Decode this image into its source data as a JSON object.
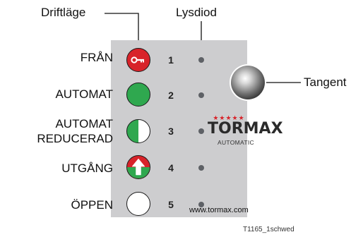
{
  "callouts": {
    "mode_title": "Driftläge",
    "led_title": "Lysdiod",
    "button_title": "Tangent"
  },
  "modes": [
    {
      "label": "FRÅN",
      "number": "1",
      "symbol": "key"
    },
    {
      "label": "AUTOMAT",
      "number": "2",
      "symbol": "full-green"
    },
    {
      "label": "AUTOMAT\nREDUCERAD",
      "number": "3",
      "symbol": "half-green"
    },
    {
      "label": "UTGÅNG",
      "number": "4",
      "symbol": "exit-arrow"
    },
    {
      "label": "ÖPPEN",
      "number": "5",
      "symbol": "open-empty"
    }
  ],
  "brand": {
    "stars": "★★★★★",
    "name": "TORMAX",
    "sub": "AUTOMATIC",
    "website": "www.tormax.com"
  },
  "figure_ref": "T1165_1schwed",
  "colors": {
    "panel": "#cdcdcf",
    "green": "#2fa84f",
    "red": "#d8232a",
    "led": "#5e6166"
  }
}
